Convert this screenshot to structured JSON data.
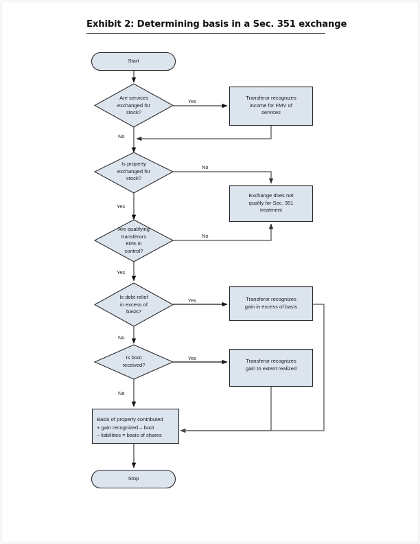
{
  "document": {
    "title": "Exhibit  2: Determining basis in a Sec. 351 exchange"
  },
  "palette": {
    "node_fill": "#dce4ee",
    "node_stroke": "#2b2b2b",
    "connector": "#6b6b6b",
    "arrow_dark": "#111111",
    "page_background": "#ffffff",
    "title_color": "#111111"
  },
  "flowchart": {
    "type": "flowchart",
    "orientation": "top-to-bottom",
    "nodes": [
      {
        "id": "start",
        "shape": "terminator",
        "label": "Start"
      },
      {
        "id": "d1",
        "shape": "decision",
        "label": "Are services\nexchanged for\nstock?"
      },
      {
        "id": "p1",
        "shape": "process",
        "label": "Transferor recognizes\nincome for FMV of\nservices"
      },
      {
        "id": "d2",
        "shape": "decision",
        "label": "Is property\nexchanged for\nstock?"
      },
      {
        "id": "p2",
        "shape": "process",
        "label": "Exchange does not\nqualify for Sec. 351\ntreatment"
      },
      {
        "id": "d3",
        "shape": "decision",
        "label": "Are qualifying\ntransferors\n80% in\ncontrol?"
      },
      {
        "id": "d4",
        "shape": "decision",
        "label": "Is debt relief\nin excess of\nbasis?"
      },
      {
        "id": "p3",
        "shape": "process",
        "label": "Transferor recognizes\ngain in excess of basis"
      },
      {
        "id": "d5",
        "shape": "decision",
        "label": "Is boot\nreceived?"
      },
      {
        "id": "p4",
        "shape": "process",
        "label": "Transferor recognizes\ngain to extent realized"
      },
      {
        "id": "p5",
        "shape": "process",
        "label": "Basis of property contributed\n+ gain recognized – boot\n– liabilities = basis of shares"
      },
      {
        "id": "stop",
        "shape": "terminator",
        "label": "Stop"
      }
    ],
    "edges": [
      {
        "from": "start",
        "to": "d1",
        "label": ""
      },
      {
        "from": "d1",
        "to": "p1",
        "label": "Yes"
      },
      {
        "from": "d1",
        "to": "d2",
        "label": "No"
      },
      {
        "from": "p1",
        "to": "d2",
        "label": ""
      },
      {
        "from": "d2",
        "to": "p2",
        "label": "No"
      },
      {
        "from": "d2",
        "to": "d3",
        "label": "Yes"
      },
      {
        "from": "d3",
        "to": "p2",
        "label": "No"
      },
      {
        "from": "d3",
        "to": "d4",
        "label": "Yes"
      },
      {
        "from": "d4",
        "to": "p3",
        "label": "Yes"
      },
      {
        "from": "d4",
        "to": "d5",
        "label": "No"
      },
      {
        "from": "d5",
        "to": "p4",
        "label": "Yes"
      },
      {
        "from": "d5",
        "to": "p5",
        "label": "No"
      },
      {
        "from": "p3",
        "to": "p5",
        "label": ""
      },
      {
        "from": "p4",
        "to": "p5",
        "label": ""
      },
      {
        "from": "p5",
        "to": "stop",
        "label": ""
      }
    ],
    "edge_labels": {
      "d1_yes": "Yes",
      "d1_no": "No",
      "d2_no": "No",
      "d2_yes": "Yes",
      "d3_no": "No",
      "d3_yes": "Yes",
      "d4_yes": "Yes",
      "d4_no": "No",
      "d5_yes": "Yes",
      "d5_no": "No"
    }
  }
}
